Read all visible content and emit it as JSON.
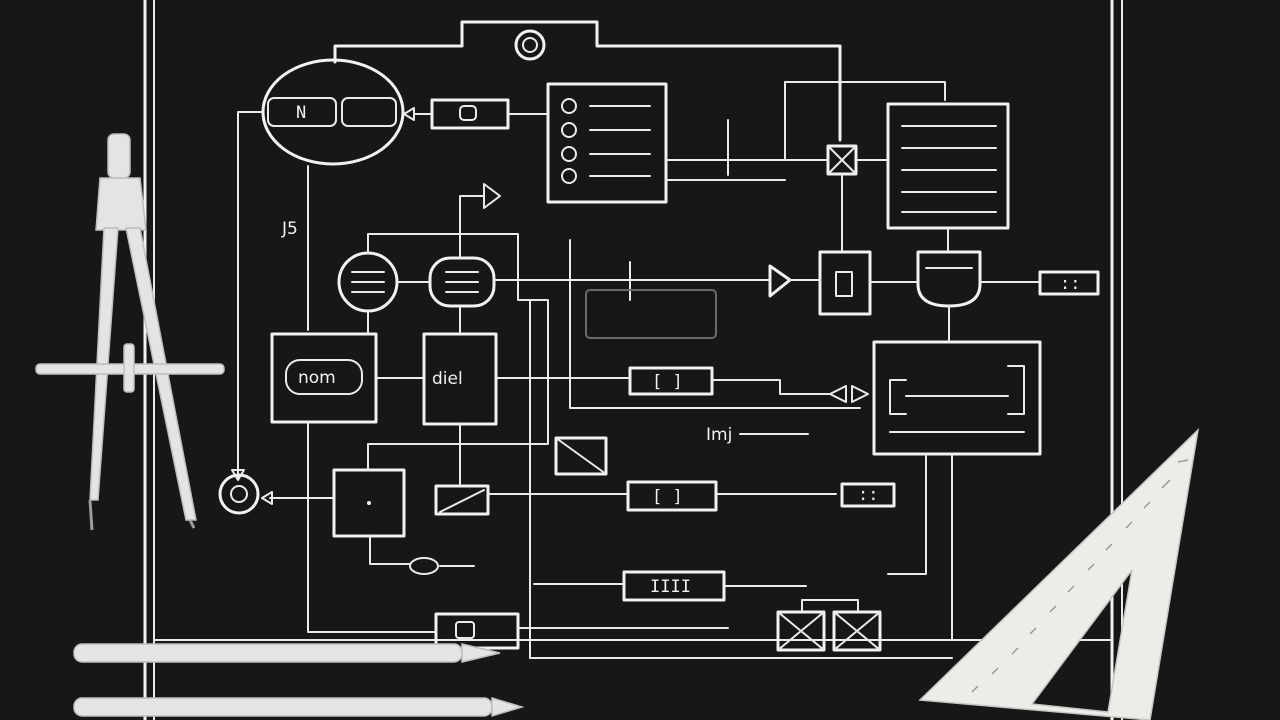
{
  "scene": {
    "background_color": "#141414",
    "chalk_color": "#f2f2f2",
    "tool_color": "#e4e4e2",
    "drawing_tools": [
      "drafting-compass",
      "pencil",
      "pencil",
      "set-square-triangle-ruler"
    ]
  },
  "diagram": {
    "labels": {
      "top_left_node": "N",
      "left_margin_note": "J5",
      "left_box": "nom",
      "center_box": "diel",
      "mid_small_box": "[ ]",
      "lower_small_box": "[ ]",
      "right_small_label": "::",
      "lower_right_label": "::",
      "side_note": "Imj",
      "bottom_box": "IIII"
    }
  }
}
